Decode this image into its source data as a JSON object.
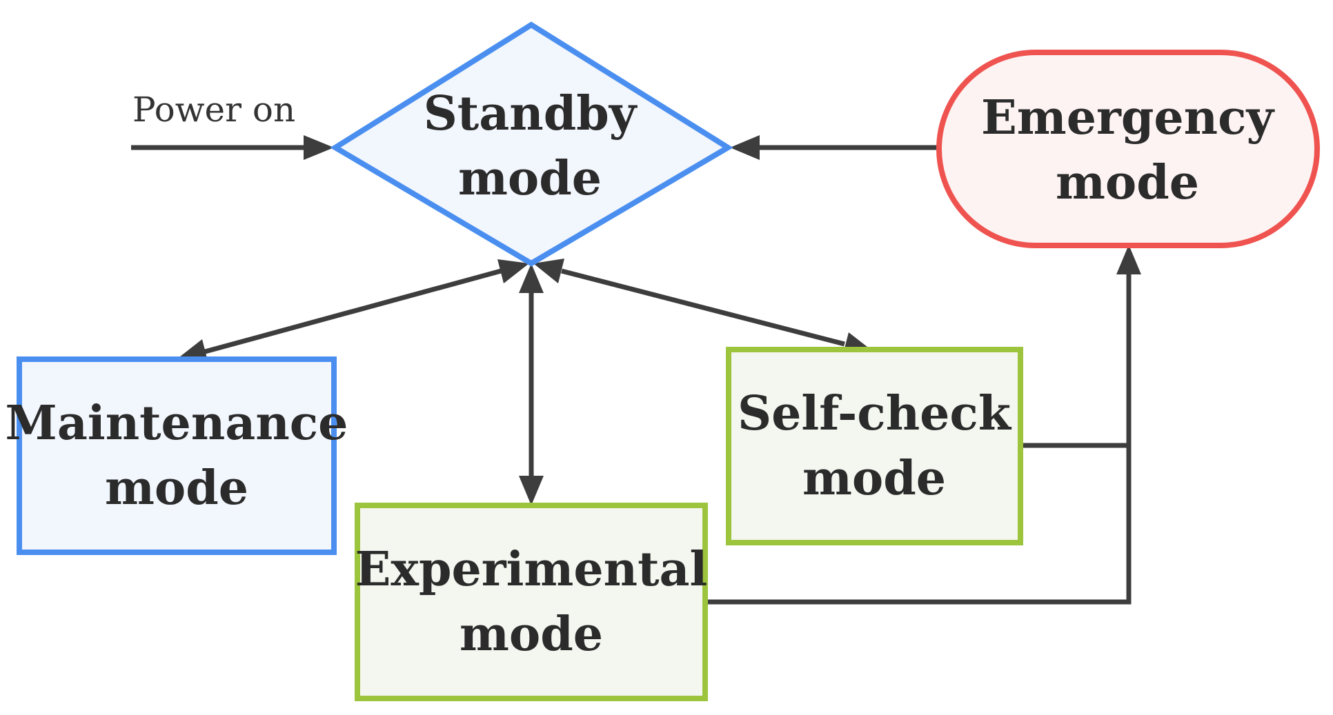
{
  "colors": {
    "blue": "#4a8ff0",
    "blue_fill": "#f2f6fd",
    "green": "#9cc43c",
    "green_fill": "#f4f7f0",
    "red": "#ef5350",
    "red_fill": "#fdf3f2",
    "edge": "#3d3d3d"
  },
  "nodes": {
    "standby": {
      "line1": "Standby",
      "line2": "mode"
    },
    "emergency": {
      "line1": "Emergency",
      "line2": "mode"
    },
    "maintenance": {
      "line1": "Maintenance",
      "line2": "mode"
    },
    "selfcheck": {
      "line1": "Self-check",
      "line2": "mode"
    },
    "experimental": {
      "line1": "Experimental",
      "line2": "mode"
    }
  },
  "edges": {
    "power_on_label": "Power on"
  }
}
